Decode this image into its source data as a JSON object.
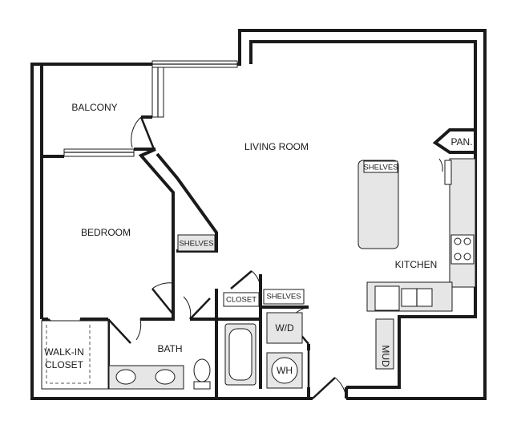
{
  "rooms": {
    "balcony": "BALCONY",
    "living_room": "LIVING ROOM",
    "bedroom": "BEDROOM",
    "kitchen": "KITCHEN",
    "bath": "BATH",
    "walk_in_closet_line1": "WALK-IN",
    "walk_in_closet_line2": "CLOSET",
    "mud": "MUD",
    "pantry": "PAN."
  },
  "fixtures": {
    "shelves_island": "SHELVES",
    "shelves_hall": "SHELVES",
    "shelves_laundry": "SHELVES",
    "closet": "CLOSET",
    "washer_dryer": "W/D",
    "water_heater": "WH"
  }
}
